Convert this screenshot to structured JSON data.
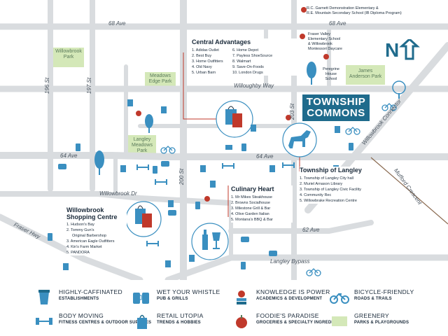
{
  "roads": {
    "ave68_left": "68 Ave",
    "ave68_right": "68 Ave",
    "willoughby_way": "Willoughby Way",
    "ave64_left": "64 Ave",
    "ave64_center": "64 Ave",
    "willowbrook_dr": "Willowbrook Dr",
    "st196": "196 St",
    "st197": "197 St",
    "st200": "200 St",
    "st203": "203 St",
    "connector": "Willowbrook Connector",
    "mufford": "Mufford Crescent",
    "ave62": "62 Ave",
    "langley_bypass": "Langley Bypass",
    "fraser_hwy": "Fraser Hwy"
  },
  "parks": {
    "willowbrook": "Willowbrook Park",
    "meadows_edge": "Meadows Edge Park",
    "langley_meadows": "Langley Meadows Park",
    "james_anderson": "James Anderson Park"
  },
  "schools": {
    "garnett_line1": "R.C. Garnett Demonstration Elementary &",
    "garnett_line2": "R.E. Mountain Secondary School (IB Diploma Program)",
    "fraser_valley_line1": "Fraser Valley",
    "fraser_valley_line2": "Elementary School",
    "fraser_valley_line3": "& Willowbrook",
    "fraser_valley_line4": "Montessori Daycare",
    "peregrine_line1": "Peregrine",
    "peregrine_line2": "House",
    "peregrine_line3": "School"
  },
  "brand": {
    "line1": "TOWNSHIP",
    "line2": "COMMONS"
  },
  "north": "N",
  "central": {
    "title": "Central Advantages",
    "col1": [
      "1. Adidas Outlet",
      "2. Best Buy",
      "3. Home Outfitters",
      "4. Old Navy",
      "5. Urban Barn"
    ],
    "col2": [
      "6. Home Depot",
      "7. Payless ShoeSource",
      "8. Walmart",
      "9. Save-On-Foods",
      "10. London Drugs"
    ]
  },
  "culinary": {
    "title": "Culinary Heart",
    "items": [
      "1. Mr Mikes Steakhouse",
      "2. Browns Socialhouse",
      "3. Milestone Grill & Bar",
      "4. Olive Garden Italian",
      "5. Montana's BBQ & Bar"
    ]
  },
  "township": {
    "title": "Township of Langley",
    "items": [
      "1. Township of Langley City hall",
      "2. Muriel Arnason Library",
      "3. Township of Langley Civic Facility",
      "4. Community Rec",
      "5. Willowbrake Recreation Centre"
    ]
  },
  "willowbrook": {
    "title_line1": "Willowbrook",
    "title_line2": "Shopping Centre",
    "items": [
      "1. Hudson's Bay",
      "2. Tommy Gun's",
      "Original Barbershop",
      "3. American Eagle Outfitters",
      "4. Kin's Farm Market",
      "5. PANDORA"
    ]
  },
  "legend": [
    {
      "icon": "coffee-cup-icon",
      "title": "HIGHLY-CAFFINATED",
      "sub": "ESTABLISHMENTS"
    },
    {
      "icon": "beer-mug-icon",
      "title": "WET YOUR WHISTLE",
      "sub": "PUB & GRILLS"
    },
    {
      "icon": "apple-books-icon",
      "title": "KNOWLEDGE IS POWER",
      "sub": "ACADEMICS & DEVELOPMENT"
    },
    {
      "icon": "bicycle-icon",
      "title": "BICYCLE-FRIENDLY",
      "sub": "ROADS & TRAILS"
    },
    {
      "icon": "dumbbell-icon",
      "title": "BODY MOVING",
      "sub": "FITNESS CENTRES & OUTDOOR SUPPLIES"
    },
    {
      "icon": "shopping-bag-icon",
      "title": "RETAIL UTOPIA",
      "sub": "TRENDS & HOBBIES"
    },
    {
      "icon": "grocery-apple-icon",
      "title": "FOODIE'S PARADISE",
      "sub": "GROCERIES & SPECIALTY INGREDIENTS"
    },
    {
      "icon": "green-swatch-icon",
      "title": "GREENERY",
      "sub": "PARKS & PLAYGROUNDS"
    }
  ],
  "colors": {
    "road": "#d9dcdf",
    "park": "#d4e8b8",
    "accent": "#1f6b8c",
    "icon_blue": "#3a8fc0",
    "callout_line": "#c0392b",
    "apple_red": "#c0392b"
  }
}
